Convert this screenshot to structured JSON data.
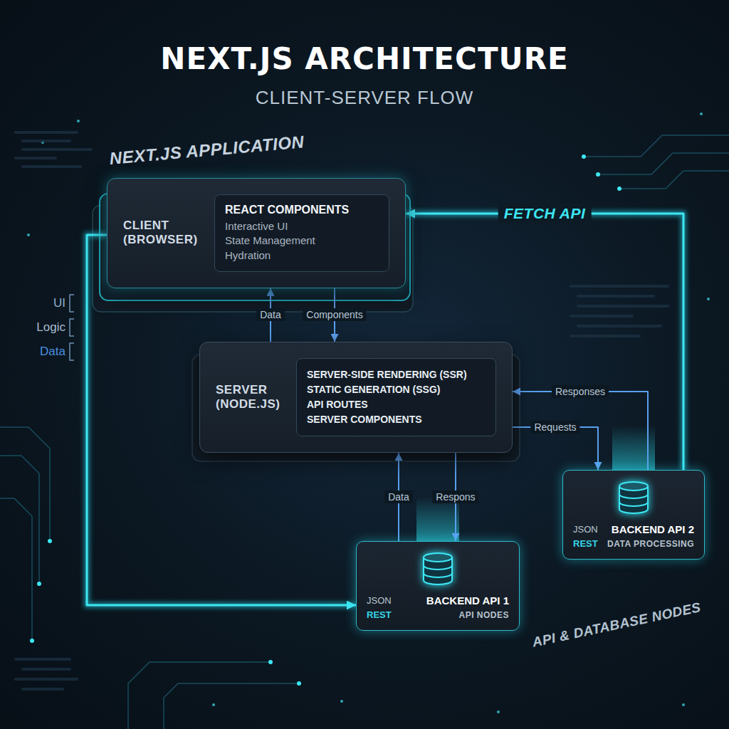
{
  "diagram": {
    "title": "NEXT.JS ARCHITECTURE",
    "nodes": [
      {
        "text": [
          "NEXT.JS APPLICATION",
          "CLIENT (BROWSER)"
        ]
      },
      {
        "text": [
          "REACT COMPONENTS",
          "Interactive UI",
          "State Management",
          "Hydration"
        ],
        "in": 0
      },
      {
        "text": [
          "SERVER (NODE.JS)"
        ]
      },
      {
        "text": [
          "SERVER-SIDE RENDERING (SSR)",
          "STATIC GENERATION (SSG)",
          "API ROUTES",
          "SERVER COMPONENTS"
        ],
        "in": 2
      },
      {
        "text": [
          "JSON",
          "BACKEND API 1",
          "REST",
          "API NODES"
        ]
      },
      {
        "text": [
          "JSON",
          "BACKEND API 2",
          "REST",
          "DATA PROCESSING"
        ]
      }
    ],
    "edges": [
      {
        "from": 2,
        "to": 0,
        "label": "Data",
        "arrow": "to"
      },
      {
        "from": 0,
        "to": 2,
        "label": "Components",
        "arrow": "to"
      },
      {
        "from": 4,
        "to": 2,
        "label": "Data",
        "arrow": "to"
      },
      {
        "from": 2,
        "to": 4,
        "label": "Respons",
        "arrow": "to"
      },
      {
        "from": 5,
        "to": 2,
        "label": "Responses",
        "arrow": "to"
      },
      {
        "from": 2,
        "to": 5,
        "label": "Requests",
        "arrow": "to"
      },
      {
        "from": 5,
        "to": 0,
        "label": "FETCH API",
        "arrow": "to"
      },
      {
        "from": 0,
        "to": 4,
        "arrow": "to"
      }
    ],
    "labels": [
      "CLIENT-SERVER FLOW",
      "UI",
      "Logic",
      "Data",
      "API & DATABASE NODES"
    ]
  }
}
